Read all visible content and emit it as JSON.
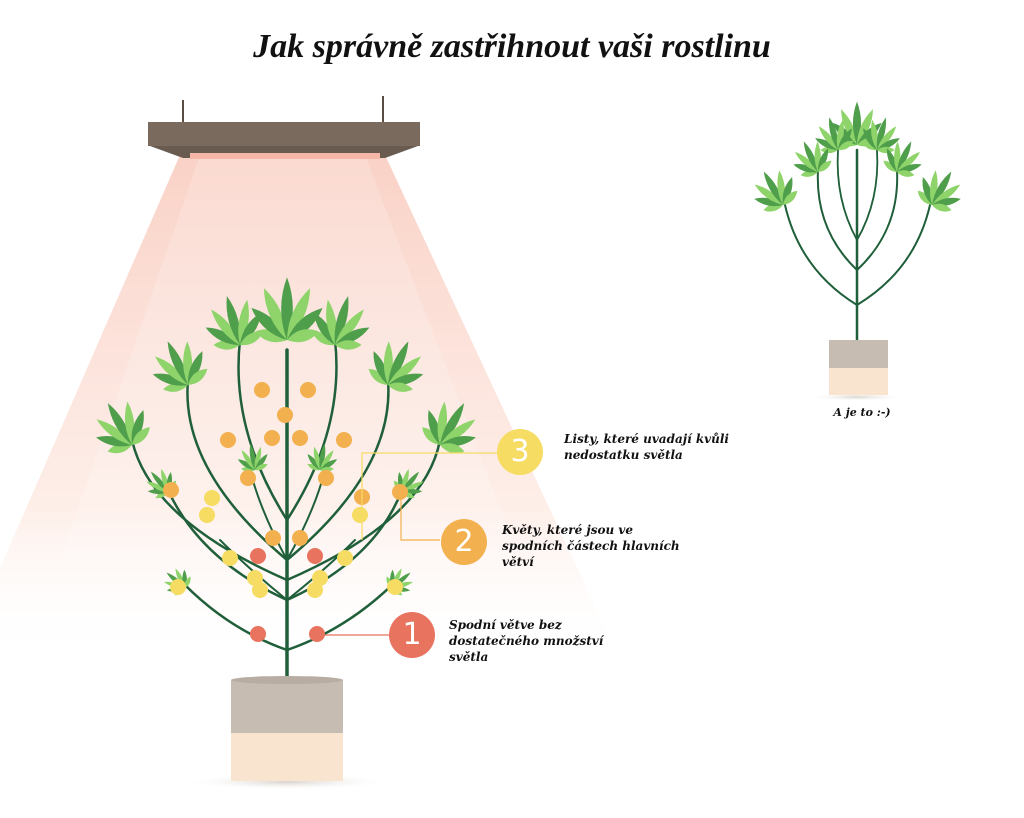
{
  "title": "Jak správně zastřihnout vaši rostlinu",
  "callouts": [
    {
      "number": "1",
      "text": "Spodní větve bez dostatečného množství světla",
      "color": "#e8735e"
    },
    {
      "number": "2",
      "text": "Květy, které jsou ve spodních částech hlavních větví",
      "color": "#f3b04f"
    },
    {
      "number": "3",
      "text": "Listy, které uvadají kvůli nedostatku světla",
      "color": "#f6dc63"
    }
  ],
  "result_caption": "A je to :-)",
  "colors": {
    "stem": "#1f5f3a",
    "leaf_light": "#8ed46a",
    "leaf_dark": "#4f9e4b",
    "lamp": "#7a6a5e",
    "light_beam": "#fbd9cf",
    "pot_top": "#c6bcb1",
    "pot_bottom": "#f8e4cf",
    "bud_orange": "#f3b04f",
    "bud_yellow": "#f6dc63",
    "bud_red": "#e8735e"
  }
}
